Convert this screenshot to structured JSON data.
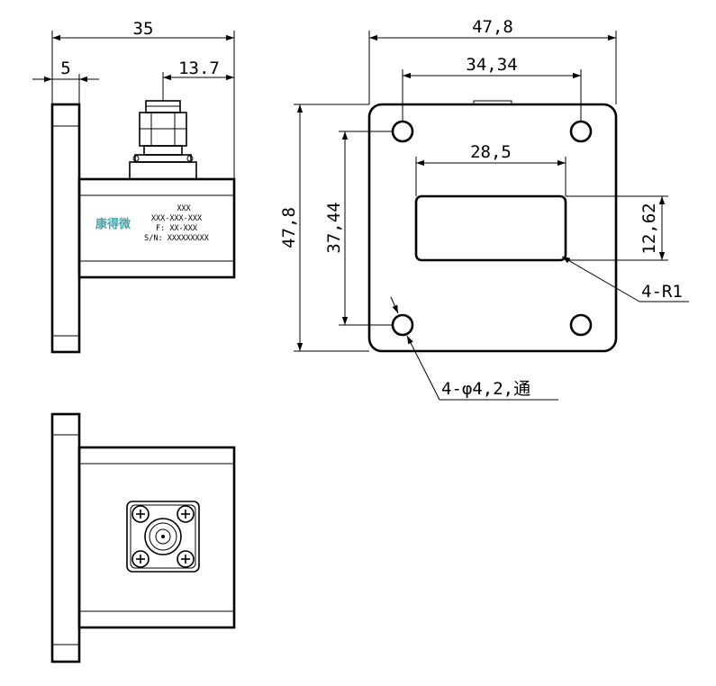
{
  "dimensions": {
    "overall_length": "35",
    "flange_thickness": "5",
    "connector_offset": "13.7",
    "flange_width": "47,8",
    "flange_height": "47,8",
    "hole_spacing_h": "34,34",
    "hole_spacing_v": "37,44",
    "aperture_width": "28,5",
    "aperture_height": "12,62",
    "corner_radius": "4-R1",
    "holes": "4-φ4,2,通"
  },
  "label": {
    "brand": "康得微",
    "line1": "XXX",
    "line2": "XXX-XXX-XXX",
    "line3": "F: XX-XXX",
    "line4": "S/N: XXXXXXXXX"
  },
  "colors": {
    "line": "#000000",
    "brand": "#4aa3a8",
    "background": "#ffffff"
  }
}
